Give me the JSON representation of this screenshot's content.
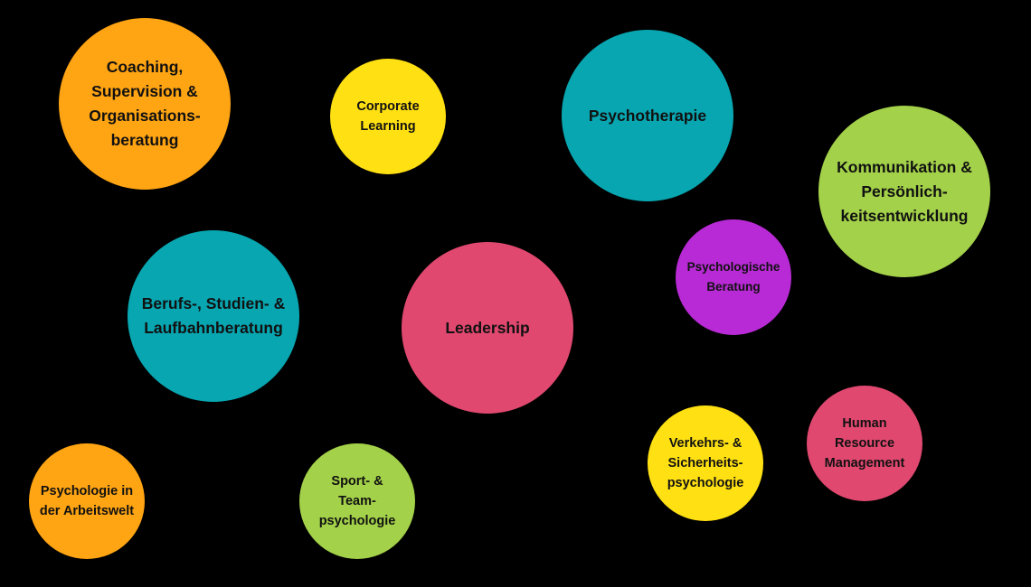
{
  "colors": {
    "orange": "#FFA412",
    "yellow": "#FFE012",
    "teal": "#08A6B1",
    "green": "#A3D149",
    "purple": "#B82AD5",
    "pink": "#E0486F",
    "background": "#000000"
  },
  "bubbles": [
    {
      "id": "coaching",
      "lines": [
        "Coaching,",
        "Supervision &",
        "Organisations-",
        "beratung"
      ],
      "color": "orange",
      "size": "big"
    },
    {
      "id": "corporate-learning",
      "lines": [
        "Corporate",
        "Learning"
      ],
      "color": "yellow",
      "size": "small"
    },
    {
      "id": "psychotherapie",
      "lines": [
        "Psychotherapie"
      ],
      "color": "teal",
      "size": "big"
    },
    {
      "id": "kommunikation",
      "lines": [
        "Kommunikation &",
        "Persönlich-",
        "keitsentwicklung"
      ],
      "color": "green",
      "size": "big"
    },
    {
      "id": "psychologische-beratung",
      "lines": [
        "Psychologische",
        "Beratung"
      ],
      "color": "purple",
      "size": "small"
    },
    {
      "id": "berufs-studien-laufbahnberatung",
      "lines": [
        "Berufs-, Studien- &",
        "Laufbahnberatung"
      ],
      "color": "teal",
      "size": "big"
    },
    {
      "id": "leadership",
      "lines": [
        "Leadership"
      ],
      "color": "pink",
      "size": "big"
    },
    {
      "id": "psychologie-arbeitswelt",
      "lines": [
        "Psychologie in",
        "der Arbeitswelt"
      ],
      "color": "orange",
      "size": "small"
    },
    {
      "id": "sport-teampsychologie",
      "lines": [
        "Sport- &",
        "Team-",
        "psychologie"
      ],
      "color": "green",
      "size": "small"
    },
    {
      "id": "verkehrs-sicherheitspsychologie",
      "lines": [
        "Verkehrs- &",
        "Sicherheits-",
        "psychologie"
      ],
      "color": "yellow",
      "size": "small"
    },
    {
      "id": "human-resource-management",
      "lines": [
        "Human",
        "Resource",
        "Management"
      ],
      "color": "pink",
      "size": "small"
    }
  ]
}
